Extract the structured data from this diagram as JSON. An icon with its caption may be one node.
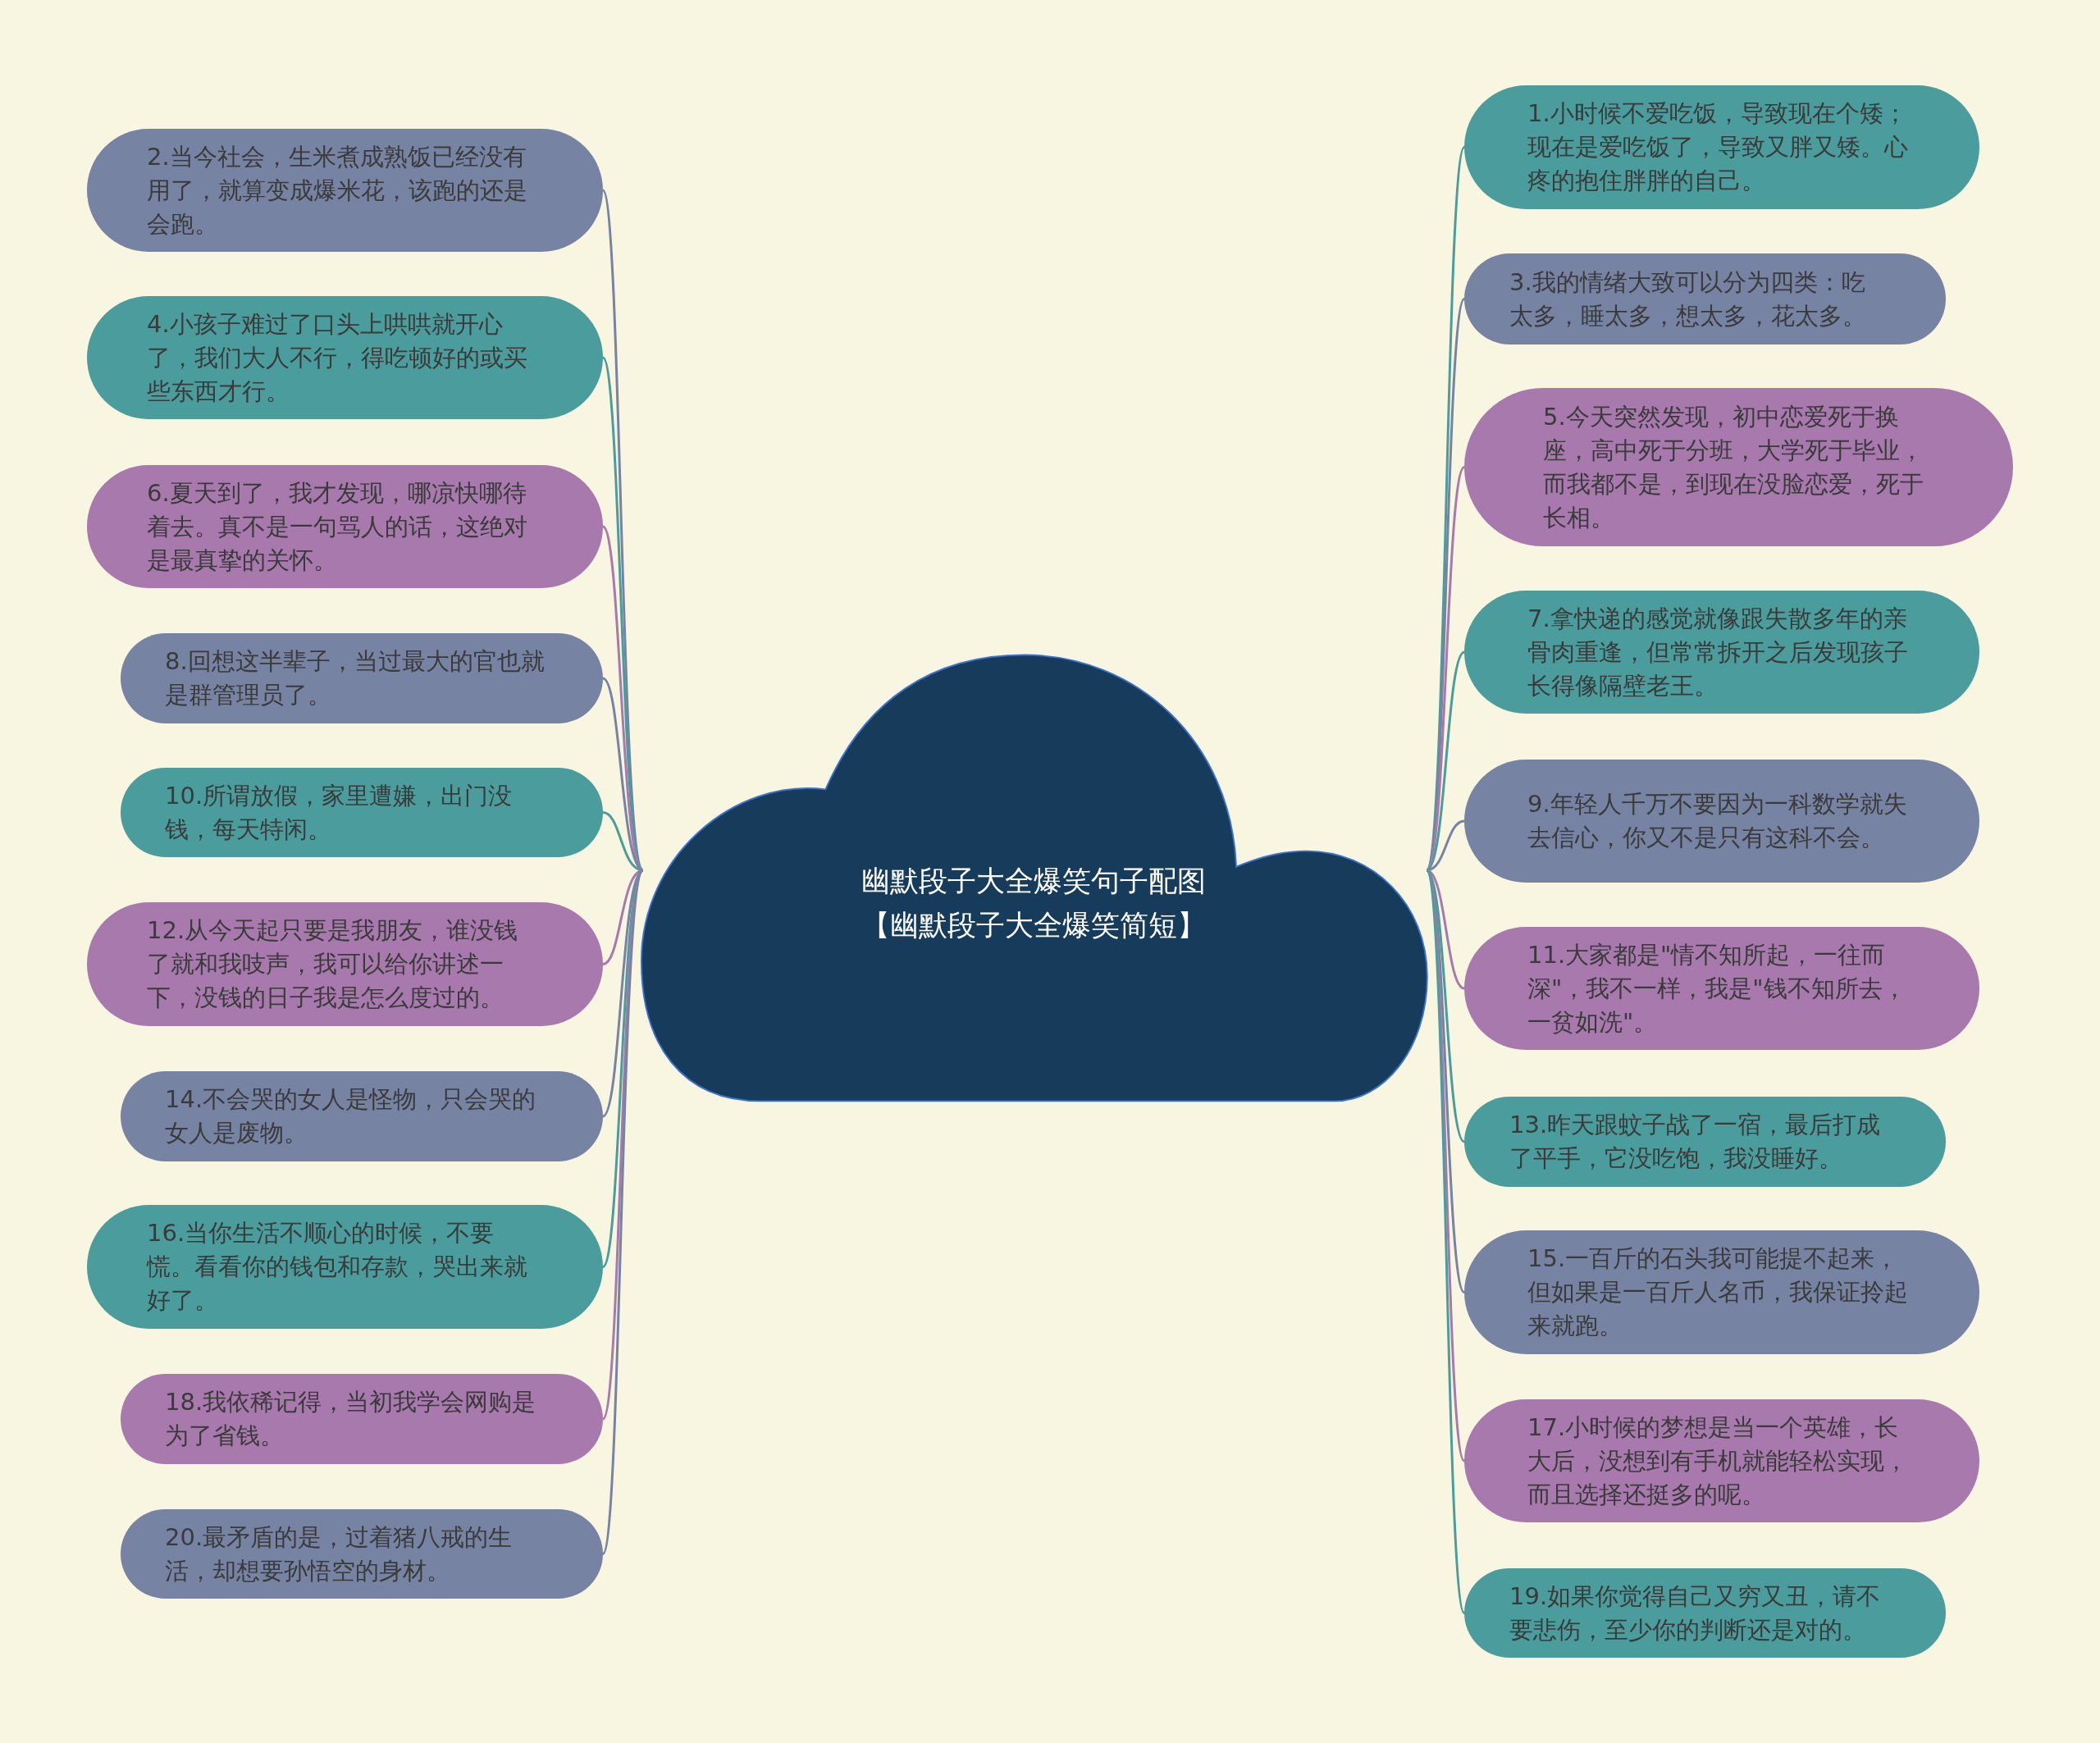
{
  "diagram": {
    "nodes": [
      {
        "text": [
          "幽默段子大全爆笑句子配图【幽默段子大全爆笑简短】"
        ]
      },
      {
        "text": [
          "1.小时候不爱吃饭，导致现在个矮；现在是爱吃饭了，导致又胖又矮。心疼的抱住胖胖的自己。"
        ]
      },
      {
        "text": [
          "2.当今社会，生米煮成熟饭已经没有用了，就算变成爆米花，该跑的还是会跑。"
        ]
      },
      {
        "text": [
          "3.我的情绪大致可以分为四类：吃太多，睡太多，想太多，花太多。"
        ]
      },
      {
        "text": [
          "4.小孩子难过了口头上哄哄就开心了，我们大人不行，得吃顿好的或买些东西才行。"
        ]
      },
      {
        "text": [
          "5.今天突然发现，初中恋爱死于换座，高中死于分班，大学死于毕业，而我都不是，到现在没脸恋爱，死于长相。"
        ]
      },
      {
        "text": [
          "6.夏天到了，我才发现，哪凉快哪待着去。真不是一句骂人的话，这绝对是最真挚的关怀。"
        ]
      },
      {
        "text": [
          "7.拿快递的感觉就像跟失散多年的亲骨肉重逢，但常常拆开之后发现孩子长得像隔壁老王。"
        ]
      },
      {
        "text": [
          "8.回想这半辈子，当过最大的官也就是群管理员了。"
        ]
      },
      {
        "text": [
          "9.年轻人千万不要因为一科数学就失去信心，你又不是只有这科不会。"
        ]
      },
      {
        "text": [
          "10.所谓放假，家里遭嫌，出门没钱，每天特闲。"
        ]
      },
      {
        "text": [
          "11.大家都是\"情不知所起，一往而深\"，我不一样，我是\"钱不知所去，一贫如洗\"。"
        ]
      },
      {
        "text": [
          "12.从今天起只要是我朋友，谁没钱了就和我吱声，我可以给你讲述一下，没钱的日子我是怎么度过的。"
        ]
      },
      {
        "text": [
          "13.昨天跟蚊子战了一宿，最后打成了平手，它没吃饱，我没睡好。"
        ]
      },
      {
        "text": [
          "14.不会哭的女人是怪物，只会哭的女人是废物。"
        ]
      },
      {
        "text": [
          "15.一百斤的石头我可能提不起来，但如果是一百斤人名币，我保证拎起来就跑。"
        ]
      },
      {
        "text": [
          "16.当你生活不顺心的时候，不要慌。看看你的钱包和存款，哭出来就好了。"
        ]
      },
      {
        "text": [
          "17.小时候的梦想是当一个英雄，长大后，没想到有手机就能轻松实现，而且选择还挺多的呢。"
        ]
      },
      {
        "text": [
          "18.我依稀记得，当初我学会网购是为了省钱。"
        ]
      },
      {
        "text": [
          "19.如果你觉得自己又穷又丑，请不要悲伤，至少你的判断还是对的。"
        ]
      },
      {
        "text": [
          "20.最矛盾的是，过着猪八戒的生活，却想要孙悟空的身材。"
        ]
      }
    ],
    "edges": [
      {
        "from": 0,
        "to": 1,
        "arrow": "none",
        "color": "#4a9d9c"
      },
      {
        "from": 0,
        "to": 2,
        "arrow": "none",
        "color": "#7683a3"
      },
      {
        "from": 0,
        "to": 3,
        "arrow": "none",
        "color": "#7683a3"
      },
      {
        "from": 0,
        "to": 4,
        "arrow": "none",
        "color": "#4a9d9c"
      },
      {
        "from": 0,
        "to": 5,
        "arrow": "none",
        "color": "#a779ad"
      },
      {
        "from": 0,
        "to": 6,
        "arrow": "none",
        "color": "#a779ad"
      },
      {
        "from": 0,
        "to": 7,
        "arrow": "none",
        "color": "#4a9d9c"
      },
      {
        "from": 0,
        "to": 8,
        "arrow": "none",
        "color": "#7683a3"
      },
      {
        "from": 0,
        "to": 9,
        "arrow": "none",
        "color": "#7683a3"
      },
      {
        "from": 0,
        "to": 10,
        "arrow": "none",
        "color": "#4a9d9c"
      },
      {
        "from": 0,
        "to": 11,
        "arrow": "none",
        "color": "#a779ad"
      },
      {
        "from": 0,
        "to": 12,
        "arrow": "none",
        "color": "#a779ad"
      },
      {
        "from": 0,
        "to": 13,
        "arrow": "none",
        "color": "#4a9d9c"
      },
      {
        "from": 0,
        "to": 14,
        "arrow": "none",
        "color": "#7683a3"
      },
      {
        "from": 0,
        "to": 15,
        "arrow": "none",
        "color": "#7683a3"
      },
      {
        "from": 0,
        "to": 16,
        "arrow": "none",
        "color": "#4a9d9c"
      },
      {
        "from": 0,
        "to": 17,
        "arrow": "none",
        "color": "#a779ad"
      },
      {
        "from": 0,
        "to": 18,
        "arrow": "none",
        "color": "#a779ad"
      },
      {
        "from": 0,
        "to": 19,
        "arrow": "none",
        "color": "#4a9d9c"
      },
      {
        "from": 0,
        "to": 20,
        "arrow": "none",
        "color": "#7683a3"
      }
    ]
  }
}
